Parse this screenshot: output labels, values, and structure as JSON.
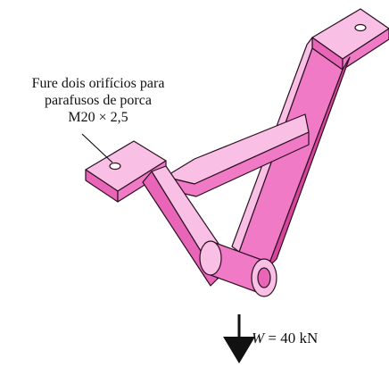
{
  "note": {
    "line1": "Fure dois orifícios para",
    "line2": "parafusos de porca",
    "line3": "M20 × 2,5"
  },
  "load": {
    "symbol": "W",
    "value": "= 40 kN"
  },
  "colors": {
    "part_light": "#f9bfe4",
    "part_mid": "#f07ac6",
    "part_dark": "#d9449c",
    "edge": "#2a1020"
  }
}
